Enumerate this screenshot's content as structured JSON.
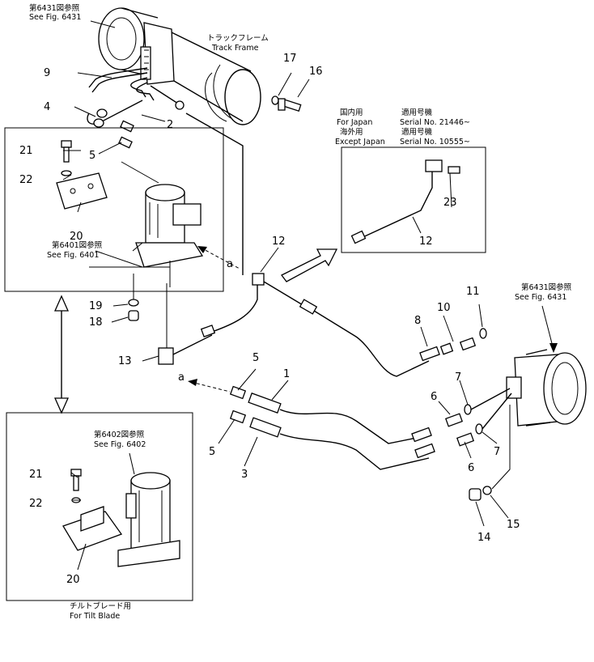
{
  "title": "",
  "labels": {
    "ref_6431_top_jp": "第6431図参照",
    "ref_6431_top_en": "See Fig. 6431",
    "track_frame_jp": "トラックフレーム",
    "track_frame_en": "Track Frame",
    "for_japan_jp": "国内用",
    "for_japan_en": "For Japan",
    "except_japan_jp": "海外用",
    "except_japan_en": "Except Japan",
    "serial_jp_1": "適用号機",
    "serial_1": "Serial No. 21446~",
    "serial_jp_2": "適用号機",
    "serial_2": "Serial No. 10555~",
    "ref_6401_jp": "第6401図参照",
    "ref_6401_en": "See Fig. 6401",
    "ref_6431_right_jp": "第6431図参照",
    "ref_6431_right_en": "See Fig. 6431",
    "ref_6402_jp": "第6402図参照",
    "ref_6402_en": "See Fig. 6402",
    "tilt_blade_jp": "チルトブレード用",
    "tilt_blade_en": "For Tilt Blade",
    "mark_a": "a"
  },
  "callouts": {
    "n1": "1",
    "n2": "2",
    "n3": "3",
    "n4": "4",
    "n5a": "5",
    "n5b": "5",
    "n5c": "5",
    "n6a": "6",
    "n6b": "6",
    "n7a": "7",
    "n7b": "7",
    "n8": "8",
    "n9": "9",
    "n10": "10",
    "n11": "11",
    "n12a": "12",
    "n12b": "12",
    "n13": "13",
    "n14": "14",
    "n15": "15",
    "n16": "16",
    "n17": "17",
    "n18": "18",
    "n19": "19",
    "n20a": "20",
    "n20b": "20",
    "n21a": "21",
    "n21b": "21",
    "n22a": "22",
    "n22b": "22",
    "n23": "23"
  }
}
